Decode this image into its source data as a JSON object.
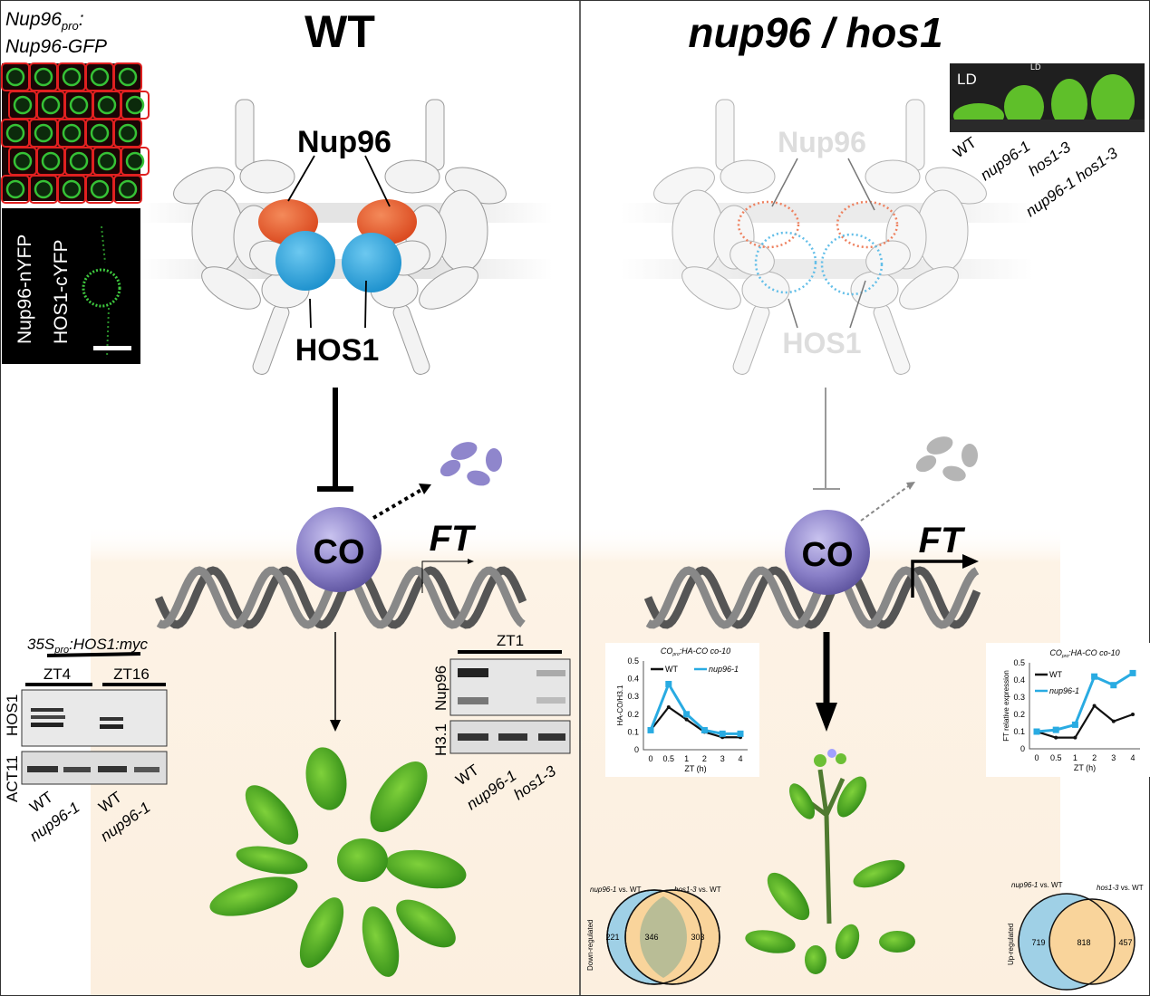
{
  "left_panel": {
    "title": "WT",
    "micro1_label_line1": "Nup96",
    "micro1_label_sub": "pro",
    "micro1_label_line1_end": ":",
    "micro1_label_line2": "Nup96-GFP",
    "micro2_label_a": "Nup96-nYFP",
    "micro2_label_b": "HOS1-cYFP",
    "nup96_label": "Nup96",
    "hos1_label": "HOS1",
    "co_label": "CO",
    "ft_label": "FT",
    "blot1": {
      "title": "35S",
      "title_sub": "pro",
      "title_end": ":HOS1:myc",
      "groups": [
        "ZT4",
        "ZT16"
      ],
      "rows": [
        "HOS1",
        "ACT11"
      ],
      "lanes": [
        "WT",
        "nup96-1",
        "WT",
        "nup96-1"
      ]
    },
    "blot2": {
      "title": "ZT1",
      "rows": [
        "Nup96",
        "H3.1"
      ],
      "lanes": [
        "WT",
        "nup96-1",
        "hos1-3"
      ]
    }
  },
  "right_panel": {
    "title": "nup96 / hos1",
    "nup96_label": "Nup96",
    "hos1_label": "HOS1",
    "co_label": "CO",
    "ft_label": "FT",
    "photo": {
      "label": "LD",
      "label2": "LD",
      "genotypes": [
        "WT",
        "nup96-1",
        "hos1-3",
        "nup96-1 hos1-3"
      ]
    },
    "venn_down": {
      "side_label": "Down-regulated",
      "set_a": "nup96-1",
      "set_b": "hos1-3",
      "vs": " vs. WT",
      "only_a": "221",
      "both": "346",
      "only_b": "303"
    },
    "venn_up": {
      "side_label": "Up-regulated",
      "set_a": "nup96-1",
      "set_b": "hos1-3",
      "vs": " vs. WT",
      "only_a": "719",
      "both": "818",
      "only_b": "457"
    }
  },
  "colors": {
    "wt": "#111111",
    "nup96": "#29abe2",
    "co": "#8a80c8",
    "nup96_protein": "#e8572a",
    "hos1_protein": "#2ea9e0",
    "venn_a": "#9fd0e6",
    "venn_b": "#f9d49b"
  },
  "chart_data": [
    {
      "type": "line",
      "title": "CO",
      "title_sub": "pro",
      "title_end": ":HA-CO co-10",
      "xlabel": "ZT (h)",
      "ylabel": "HA-CO/H3.1",
      "categories": [
        "0",
        "0.5",
        "1",
        "2",
        "3",
        "4"
      ],
      "yticks": [
        "0",
        "0.1",
        "0.2",
        "0.3",
        "0.4",
        "0.5"
      ],
      "ylim": [
        0,
        0.5
      ],
      "legend": "top",
      "series": [
        {
          "name": "WT",
          "color": "#111111",
          "values": [
            0.11,
            0.24,
            0.17,
            0.1,
            0.07,
            0.07
          ]
        },
        {
          "name": "nup96-1",
          "color": "#29abe2",
          "values": [
            0.11,
            0.37,
            0.2,
            0.11,
            0.09,
            0.09
          ]
        }
      ]
    },
    {
      "type": "line",
      "title": "CO",
      "title_sub": "pro",
      "title_end": ":HA-CO co-10",
      "xlabel": "ZT (h)",
      "ylabel": "FT relative expression",
      "categories": [
        "0",
        "0.5",
        "1",
        "2",
        "3",
        "4"
      ],
      "yticks": [
        "0",
        "0.1",
        "0.2",
        "0.3",
        "0.4",
        "0.5"
      ],
      "ylim": [
        0,
        0.5
      ],
      "legend": "top-left",
      "series": [
        {
          "name": "WT",
          "color": "#111111",
          "values": [
            0.1,
            0.065,
            0.065,
            0.25,
            0.16,
            0.2
          ]
        },
        {
          "name": "nup96-1",
          "color": "#29abe2",
          "values": [
            0.1,
            0.11,
            0.14,
            0.42,
            0.37,
            0.44
          ]
        }
      ]
    }
  ]
}
